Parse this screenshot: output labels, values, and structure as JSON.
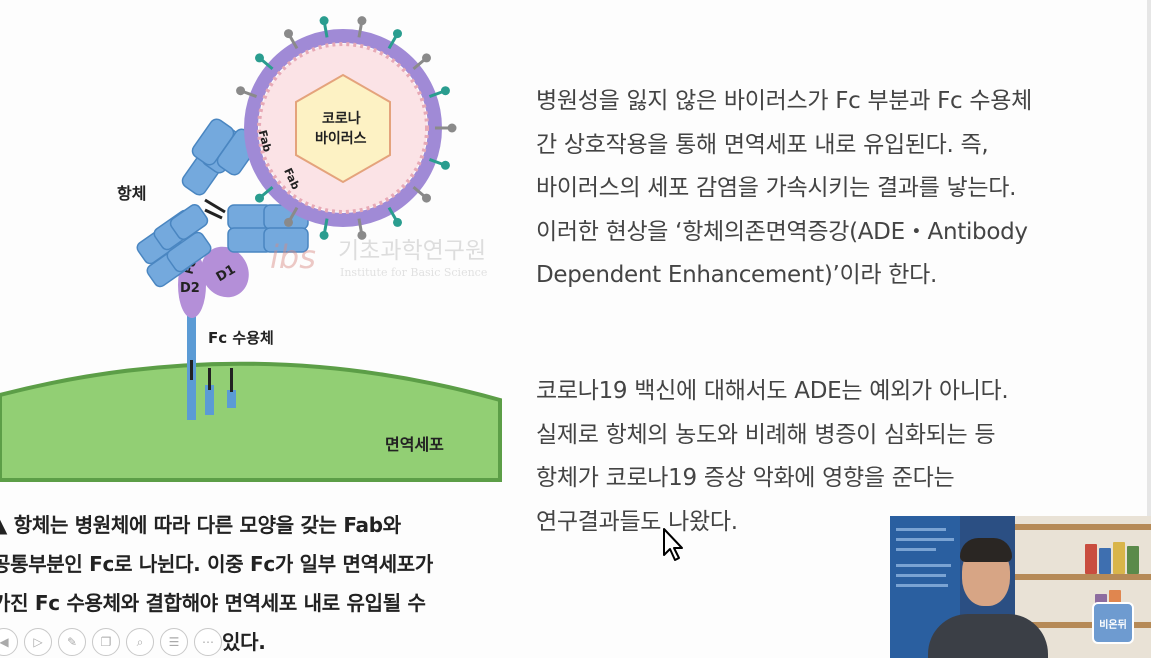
{
  "diagram": {
    "antibody_label": "항체",
    "virus_label_line1": "코로나",
    "virus_label_line2": "바이러스",
    "fab_label_1": "Fab",
    "fab_label_2": "Fab",
    "fc_label": "Fc",
    "d2_label": "D2",
    "d1_label": "D1",
    "receptor_label": "Fc 수용체",
    "cell_label": "면역세포",
    "watermark_name": "기초과학연구원",
    "watermark_sub": "Institute for Basic Science",
    "watermark_mark": "ibs"
  },
  "paragraph1": {
    "line1": "병원성을 잃지 않은 바이러스가 Fc 부분과 Fc 수용체",
    "line2": "간 상호작용을 통해 면역세포 내로 유입된다. 즉,",
    "line3": "바이러스의 세포 감염을 가속시키는 결과를 낳는다.",
    "line4": "이러한 현상을 ‘항체의존면역증강(ADE・Antibody",
    "line5": "Dependent Enhancement)’이라 한다."
  },
  "paragraph2": {
    "line1": "코로나19 백신에 대해서도 ADE는 예외가 아니다.",
    "line2": "실제로 항체의 농도와 비례해 병증이 심화되는 등",
    "line3": "항체가 코로나19 증상 악화에 영향을 준다는",
    "line4": "연구결과들도 나왔다."
  },
  "caption": {
    "line1": "▲ 항체는 병원체에 따라 다른 모양을 갖는 Fab와",
    "line2": "공통부분인 Fc로 나뉜다. 이중 Fc가 일부 면역세포가",
    "line3": "가진 Fc 수용체와 결합해야 면역세포 내로 유입될 수",
    "line4": "있다."
  },
  "toolbar": {
    "icons": [
      "prev-icon",
      "play-icon",
      "pen-icon",
      "copy-icon",
      "zoom-icon",
      "menu-icon",
      "more-icon"
    ]
  },
  "webcam": {
    "logo_text": "비온뒤"
  },
  "colors": {
    "antibody_blue": "#5b9bd5",
    "fc_purple": "#b48fd8",
    "cell_green": "#92cf74",
    "virus_pink": "#fbe3e6",
    "spike_teal": "#2a9d8f",
    "hexagon_yellow": "#fdf2c4"
  }
}
